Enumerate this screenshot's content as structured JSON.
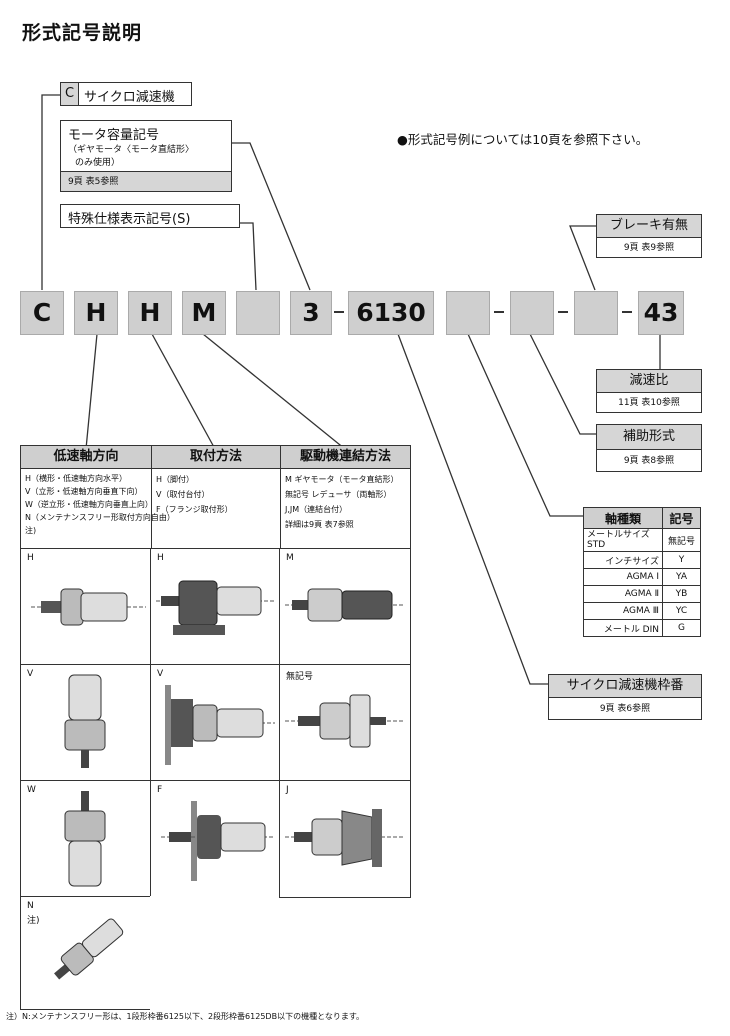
{
  "title": "形式記号説明",
  "note": "●形式記号例については10頁を参照下さい。",
  "left_boxes": {
    "cyclo": {
      "code": "C",
      "label": "サイクロ減速機"
    },
    "motor": {
      "label": "モータ容量記号",
      "sub1": "（ギヤモータ〈モータ直結形〉",
      "sub2": "のみ使用）",
      "ref": "9頁  表5参照"
    },
    "special": {
      "label": "特殊仕様表示記号(S)"
    }
  },
  "code_chars": [
    "C",
    "H",
    "H",
    "M",
    "",
    "3",
    "6130",
    "",
    "",
    "",
    "43"
  ],
  "right_boxes": {
    "brake": {
      "label": "ブレーキ有無",
      "ref": "9頁  表9参照"
    },
    "ratio": {
      "label": "減速比",
      "ref": "11頁  表10参照"
    },
    "aux": {
      "label": "補助形式",
      "ref": "9頁  表8参照"
    },
    "frame": {
      "label": "サイクロ減速機枠番",
      "ref": "9頁  表6参照"
    }
  },
  "shaft_table": {
    "head": [
      "軸種類",
      "記号"
    ],
    "rows": [
      [
        "メートルサイズ\nSTD",
        "無記号"
      ],
      [
        "インチサイズ",
        "Y"
      ],
      [
        "AGMA Ⅰ",
        "YA"
      ],
      [
        "AGMA Ⅱ",
        "YB"
      ],
      [
        "AGMA Ⅲ",
        "YC"
      ],
      [
        "メートル DIN",
        "G"
      ]
    ]
  },
  "columns": [
    {
      "title": "低速軸方向",
      "items": [
        "H（横形・低速軸方向水平）",
        "V（立形・低速軸方向垂直下向）",
        "W（逆立形・低速軸方向垂直上向）",
        "N（メンテナンスフリー形取付方向自由）",
        "注)"
      ]
    },
    {
      "title": "取付方法",
      "items": [
        "H（脚付）",
        "V（取付台付）",
        "F（フランジ取付形）"
      ]
    },
    {
      "title": "駆動機連結方法",
      "items": [
        "M  ギヤモータ（モータ直結形）",
        "無記号  レデューサ（両軸形）",
        "J,JM（連結台付）",
        "詳細は9頁  表7参照"
      ]
    }
  ],
  "image_labels": {
    "c1": [
      "H",
      "V",
      "W",
      "N"
    ],
    "c1n_note": "注)",
    "c2": [
      "H",
      "V",
      "F"
    ],
    "c3": [
      "M",
      "無記号",
      "J"
    ]
  },
  "footnote": "注）N:メンテナンスフリー形は、1段形枠番6125以下、2段形枠番6125DB以下の機種となります。"
}
